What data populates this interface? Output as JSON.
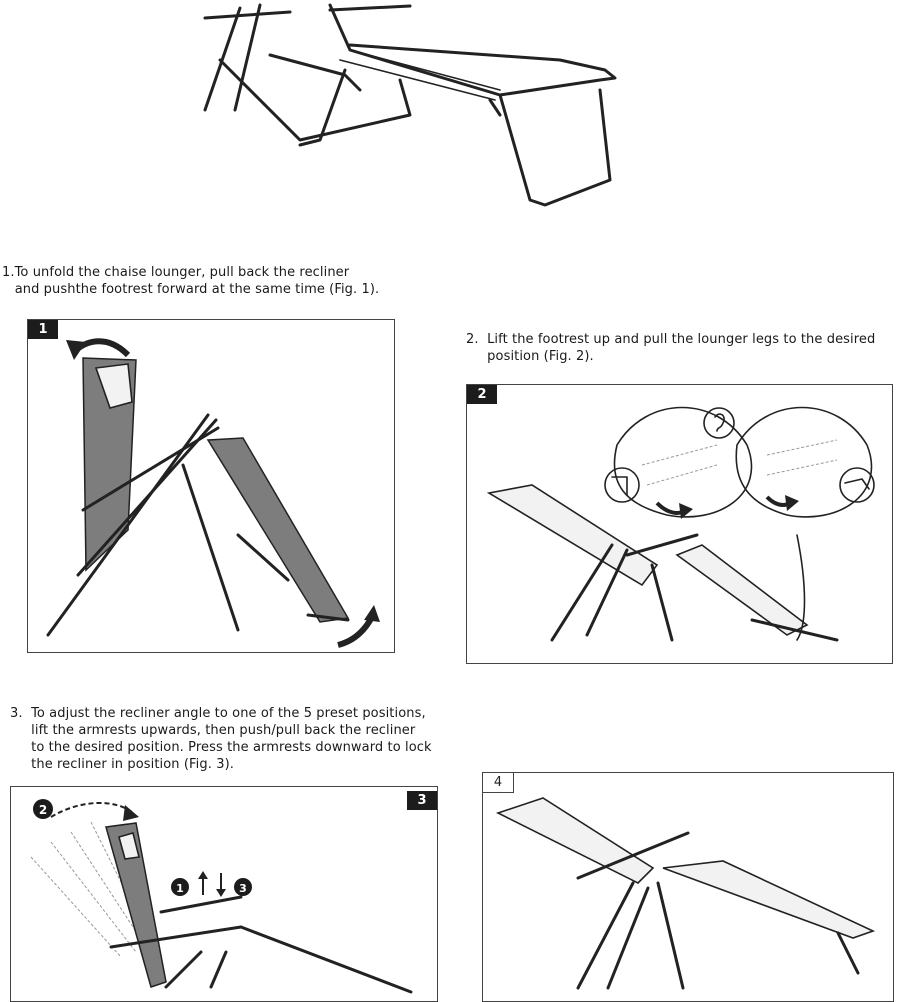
{
  "steps": {
    "step1": "1.To unfold the chaise lounger, pull back the recliner\n   and pushthe footrest forward at the same time (Fig. 1).",
    "step2": "2.  Lift the footrest up and pull the lounger legs to the desired\n     position (Fig. 2).",
    "step3": "3.  To adjust the recliner angle to one of the 5 preset positions,\n     lift the armrests upwards, then push/pull back the recliner\n     to the desired position. Press the armrests downward to lock\n     the recliner in position (Fig. 3)."
  },
  "figures": {
    "fig1": "1",
    "fig2": "2",
    "fig3": "3",
    "fig4": "4"
  },
  "callouts": {
    "c1": "1",
    "c2": "2",
    "c3": "3"
  },
  "colors": {
    "ink": "#1c1c1c",
    "fabric": "#7d7d7d"
  },
  "icons": [
    "chair-illustration",
    "curved-arrow-icon",
    "ear-icon",
    "lock-angle-icon"
  ]
}
